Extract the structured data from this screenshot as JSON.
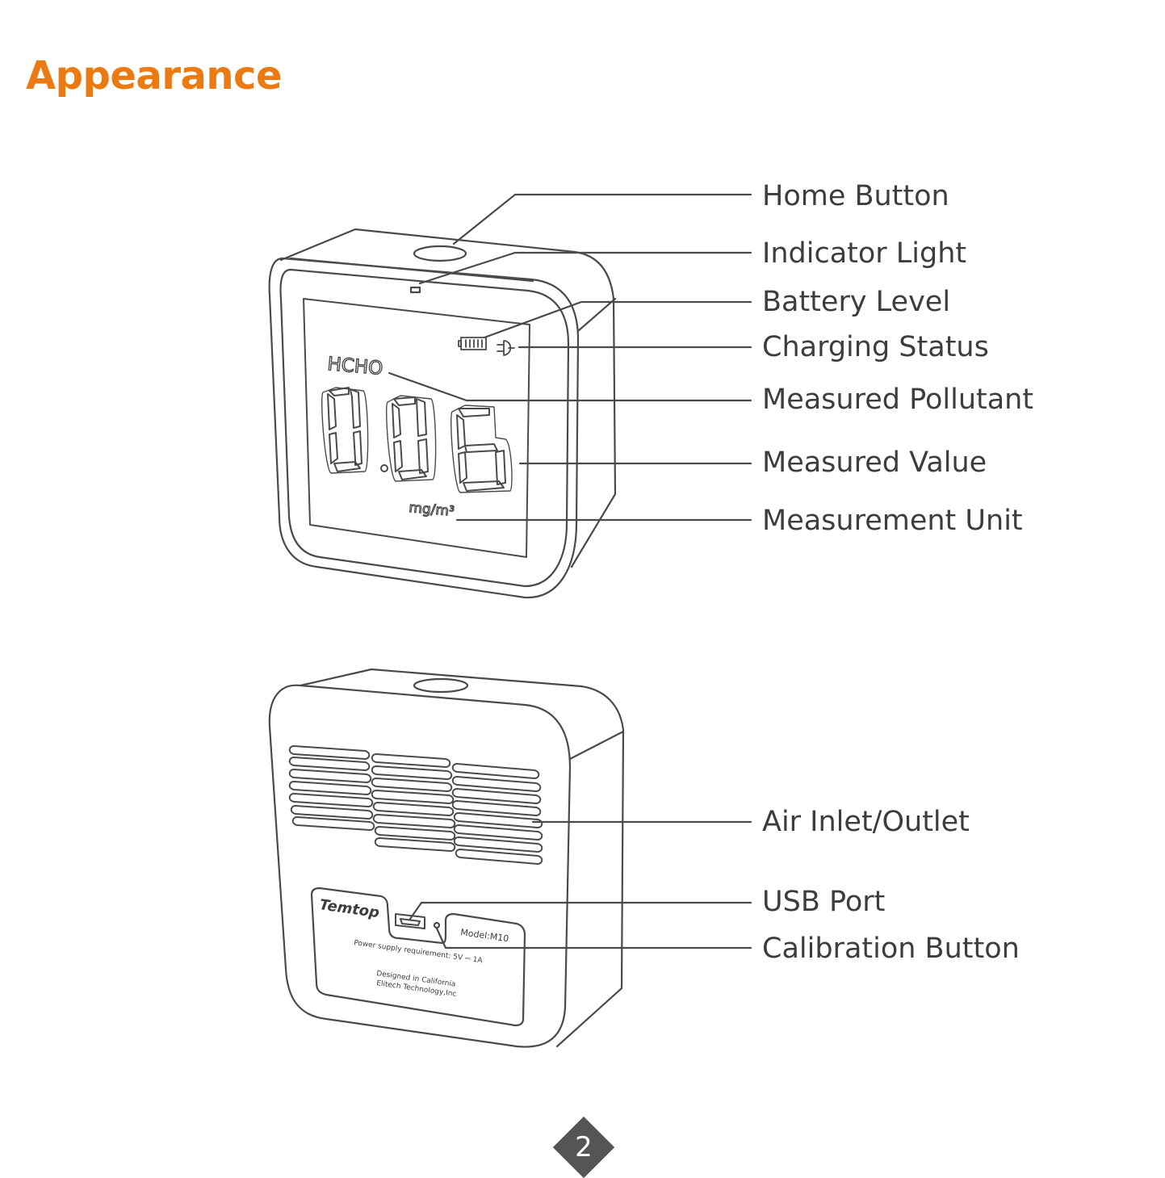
{
  "page": {
    "title": "Appearance",
    "number": "2",
    "accent_color": "#ec7a13"
  },
  "front_view": {
    "display": {
      "pollutant": "HCHO",
      "value": "0.06",
      "unit": "mg/m³",
      "battery_icon": "battery-icon",
      "charging_icon": "plug-icon"
    },
    "callouts": [
      {
        "label": "Home Button"
      },
      {
        "label": "Indicator Light"
      },
      {
        "label": "Battery Level"
      },
      {
        "label": "Charging Status"
      },
      {
        "label": "Measured Pollutant"
      },
      {
        "label": "Measured Value"
      },
      {
        "label": "Measurement Unit"
      }
    ]
  },
  "back_view": {
    "label_plate": {
      "brand": "Temtop",
      "model": "Model:M10",
      "power": "Power supply requirement: 5V ⎓ 1A",
      "designed": "Designed in California",
      "company": "Elitech Technology,Inc"
    },
    "callouts": [
      {
        "label": "Air Inlet/Outlet"
      },
      {
        "label": "USB Port"
      },
      {
        "label": "Calibration Button"
      }
    ]
  }
}
